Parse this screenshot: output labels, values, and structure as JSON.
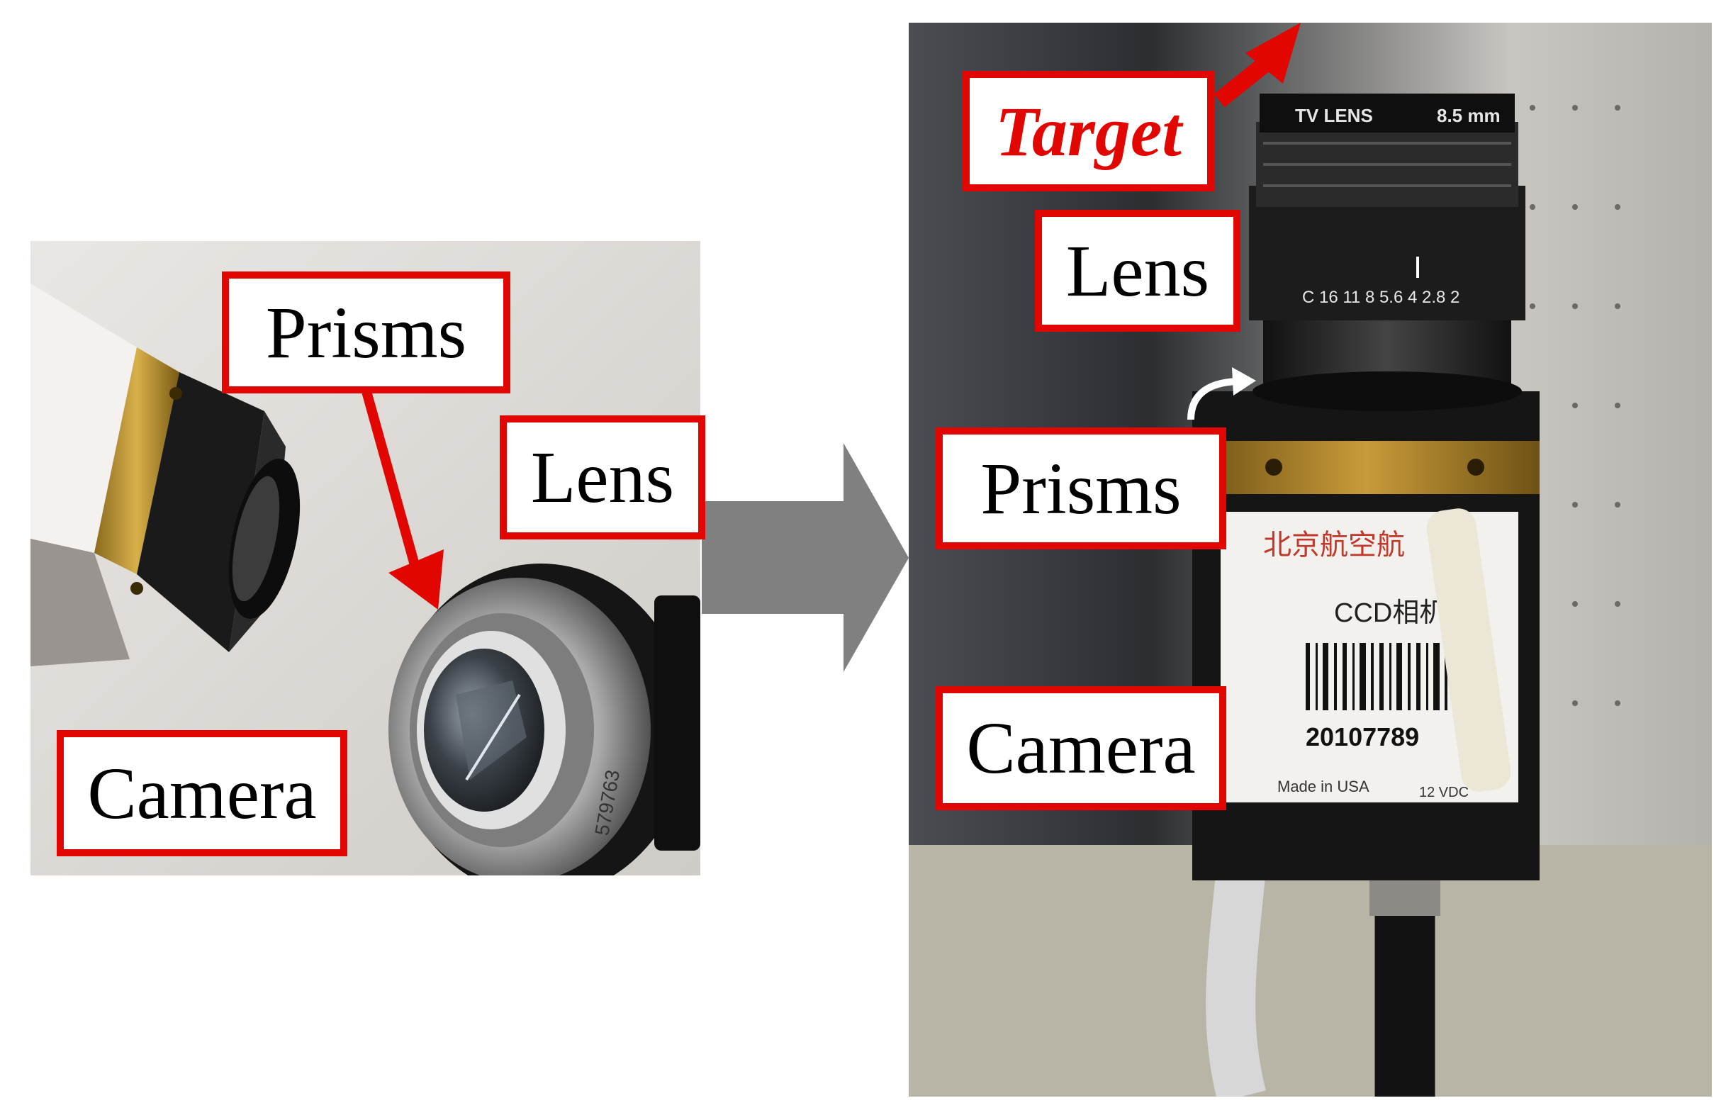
{
  "labels": {
    "left_prisms": "Prisms",
    "left_lens": "Lens",
    "left_camera": "Camera",
    "right_target": "Target",
    "right_lens": "Lens",
    "right_prisms": "Prisms",
    "right_camera": "Camera"
  },
  "printed_text": {
    "lens_brand": "TV LENS",
    "lens_focal": "8.5 mm",
    "aperture_scale": "C 16 11 8 5.6 4 2.8 2",
    "lens_serial": "579763",
    "camera_label_title": "CCD相机",
    "camera_barcode_number": "20107789",
    "made_in": "Made in USA",
    "voltage": "12 VDC",
    "institution_name": "北京航空航"
  },
  "colors": {
    "label_border": "#e10600",
    "arrow_gray": "#808080",
    "target_text": "#e10600"
  }
}
